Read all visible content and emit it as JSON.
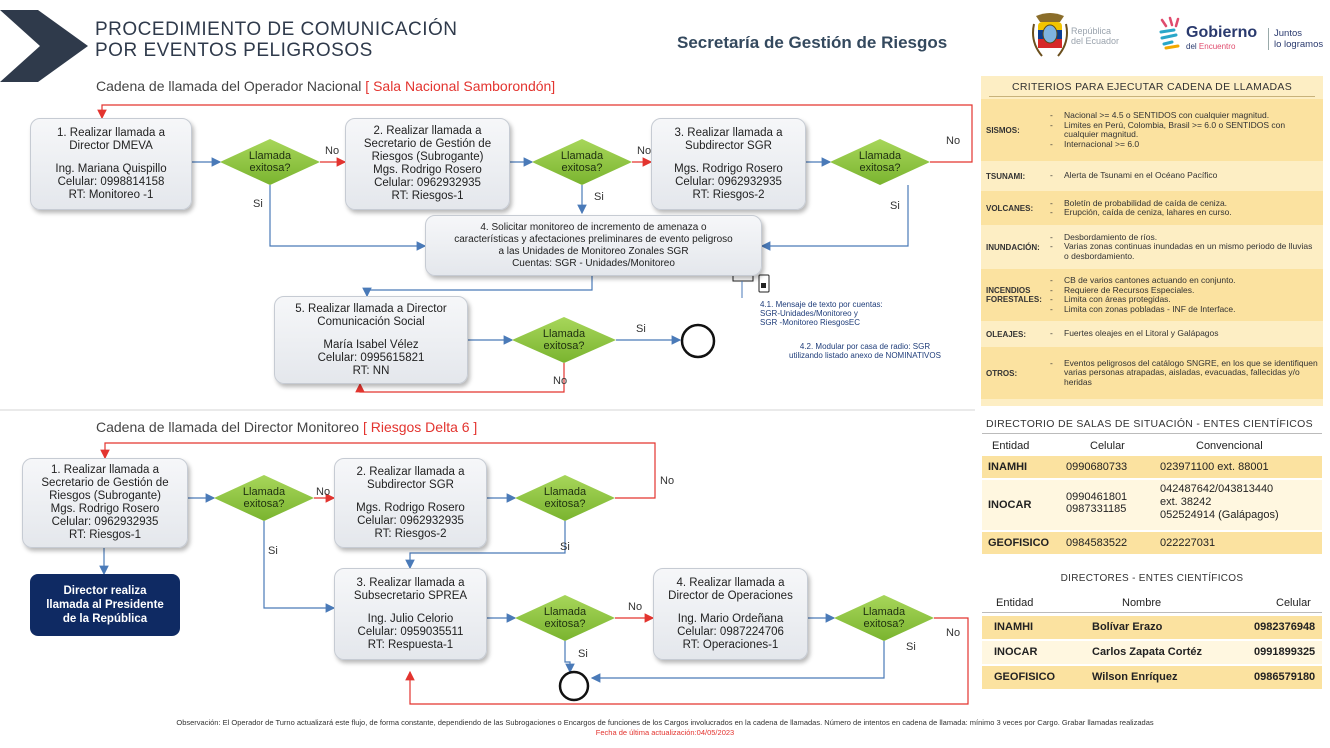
{
  "header": {
    "title_line1": "PROCEDIMIENTO DE COMUNICACIÓN",
    "title_line2": "POR EVENTOS PELIGROSOS",
    "agency": "Secretaría de Gestión de Riesgos",
    "republica_line1": "República",
    "republica_line2": "del Ecuador",
    "gobierno": "Gobierno",
    "del_encuentro_1": "del",
    "del_encuentro_2": "Encuentro",
    "juntos_line1": "Juntos",
    "juntos_line2": "lo logramos"
  },
  "chain1": {
    "title": "Cadena de llamada del Operador Nacional",
    "title_tag": "[ Sala Nacional Samborondón]",
    "box1_heading": "1. Realizar llamada a\nDirector DMEVA",
    "box1_detail": "Ing. Mariana Quispillo\nCelular: 0998814158\nRT: Monitoreo -1",
    "box2_heading": "2. Realizar llamada a\nSecretario de Gestión de\nRiesgos (Subrogante)",
    "box2_detail": "Mgs. Rodrigo Rosero\nCelular: 0962932935\nRT: Riesgos-1",
    "box3_heading": "3. Realizar llamada a\nSubdirector SGR",
    "box3_detail": "Mgs. Rodrigo Rosero\nCelular: 0962932935\nRT: Riesgos-2",
    "box4_text": "4. Solicitar monitoreo de incremento de amenaza o\ncaracterísticas y afectaciones preliminares de evento peligroso\na las Unidades de Monitoreo Zonales SGR\nCuentas: SGR - Unidades/Monitoreo",
    "box5_heading": "5. Realizar llamada a Director\nComunicación Social",
    "box5_detail": "María Isabel Vélez\nCelular: 0995615821\nRT: NN",
    "note1": "4.1. Mensaje de texto por cuentas:\nSGR-Unidades/Monitoreo y\nSGR -Monitoreo RiesgosEC",
    "note2": "4.2. Modular por casa de radio: SGR\nutilizando listado anexo de NOMINATIVOS"
  },
  "chain2": {
    "title": "Cadena de llamada del Director Monitoreo",
    "title_tag": "[ Riesgos Delta 6 ]",
    "box1_heading": "1. Realizar llamada a\nSecretario de Gestión de\nRiesgos (Subrogante)\nMgs. Rodrigo Rosero\nCelular: 0962932935\nRT: Riesgos-1",
    "box2_heading": "2. Realizar llamada a\nSubdirector SGR",
    "box2_detail": "Mgs. Rodrigo Rosero\nCelular: 0962932935\nRT: Riesgos-2",
    "box3_heading": "3. Realizar llamada a\nSubsecretario SPREA",
    "box3_detail": "Ing. Julio Celorio\nCelular: 0959035511\nRT: Respuesta-1",
    "box4_heading": "4. Realizar llamada a\nDirector de Operaciones",
    "box4_detail": "Ing. Mario Ordeñana\nCelular: 0987224706\nRT: Operaciones-1",
    "director_box": "Director realiza\nllamada al Presidente\nde la República"
  },
  "flow": {
    "decision": "Llamada\nexitosa?",
    "yes": "Si",
    "no": "No"
  },
  "criteria": {
    "title": "CRITERIOS PARA EJECUTAR CADENA DE LLAMADAS",
    "rows": [
      {
        "name": "SISMOS:",
        "items": [
          "Nacional >= 4.5 o SENTIDOS con cualquier magnitud.",
          "Limites en Perú, Colombia, Brasil >= 6.0 o SENTIDOS con cualquier magnitud.",
          "Internacional >= 6.0"
        ]
      },
      {
        "name": "TSUNAMI:",
        "items": [
          "Alerta de Tsunami en el Océano Pacífico"
        ]
      },
      {
        "name": "VOLCANES:",
        "items": [
          "Boletín de probabilidad de caída de ceniza.",
          "Erupción, caída de ceniza, lahares en curso."
        ]
      },
      {
        "name": "INUNDACIÓN:",
        "items": [
          "Desbordamiento de ríos.",
          "Varias zonas continuas inundadas en un mismo periodo de lluvias o desbordamiento."
        ]
      },
      {
        "name": "INCENDIOS\nFORESTALES:",
        "items": [
          "CB de varios cantones actuando en conjunto.",
          "Requiere de Recursos Especiales.",
          "Limita con áreas protegidas.",
          "Limita con zonas pobladas - INF de Interface."
        ]
      },
      {
        "name": "OLEAJES:",
        "items": [
          "Fuertes oleajes en el Litoral y Galápagos"
        ]
      },
      {
        "name": "OTROS:",
        "items": [
          "Eventos peligrosos del catálogo SNGRE, en los que se identifiquen varias personas atrapadas, aisladas, evacuadas, fallecidas y/o heridas"
        ]
      }
    ]
  },
  "salas": {
    "title": "DIRECTORIO DE SALAS DE SITUACIÓN - ENTES CIENTÍFICOS",
    "headers": [
      "Entidad",
      "Celular",
      "Convencional"
    ],
    "rows": [
      {
        "entidad": "INAMHI",
        "celular": "0990680733",
        "convencional": "023971100 ext. 88001"
      },
      {
        "entidad": "INOCAR",
        "celular": "0990461801\n0987331185",
        "convencional": "042487642/043813440\next. 38242\n052524914 (Galápagos)"
      },
      {
        "entidad": "GEOFISICO",
        "celular": "0984583522",
        "convencional": "022227031"
      }
    ]
  },
  "directores": {
    "title": "DIRECTORES - ENTES CIENTÍFICOS",
    "headers": [
      "Entidad",
      "Nombre",
      "Celular"
    ],
    "rows": [
      {
        "entidad": "INAMHI",
        "nombre": "Bolívar Erazo",
        "celular": "0982376948"
      },
      {
        "entidad": "INOCAR",
        "nombre": "Carlos Zapata Cortéz",
        "celular": "0991899325"
      },
      {
        "entidad": "GEOFISICO",
        "nombre": "Wilson Enríquez",
        "celular": "0986579180"
      }
    ]
  },
  "footer": {
    "observation": "Observación: El Operador de Turno actualizará este flujo, de forma constante, dependiendo de las Subrogaciones o Encargos de funciones de los Cargos involucrados en la cadena de llamadas. Número de intentos en cadena de llamada: mínimo 3 veces por Cargo. Grabar llamadas realizadas",
    "updated": "Fecha de última actualización:04/05/2023"
  },
  "colors": {
    "accent_red": "#e3342f",
    "navy": "#0f2a63",
    "panel_yellow": "#fdeec4",
    "decision_green": "#8dc641"
  }
}
